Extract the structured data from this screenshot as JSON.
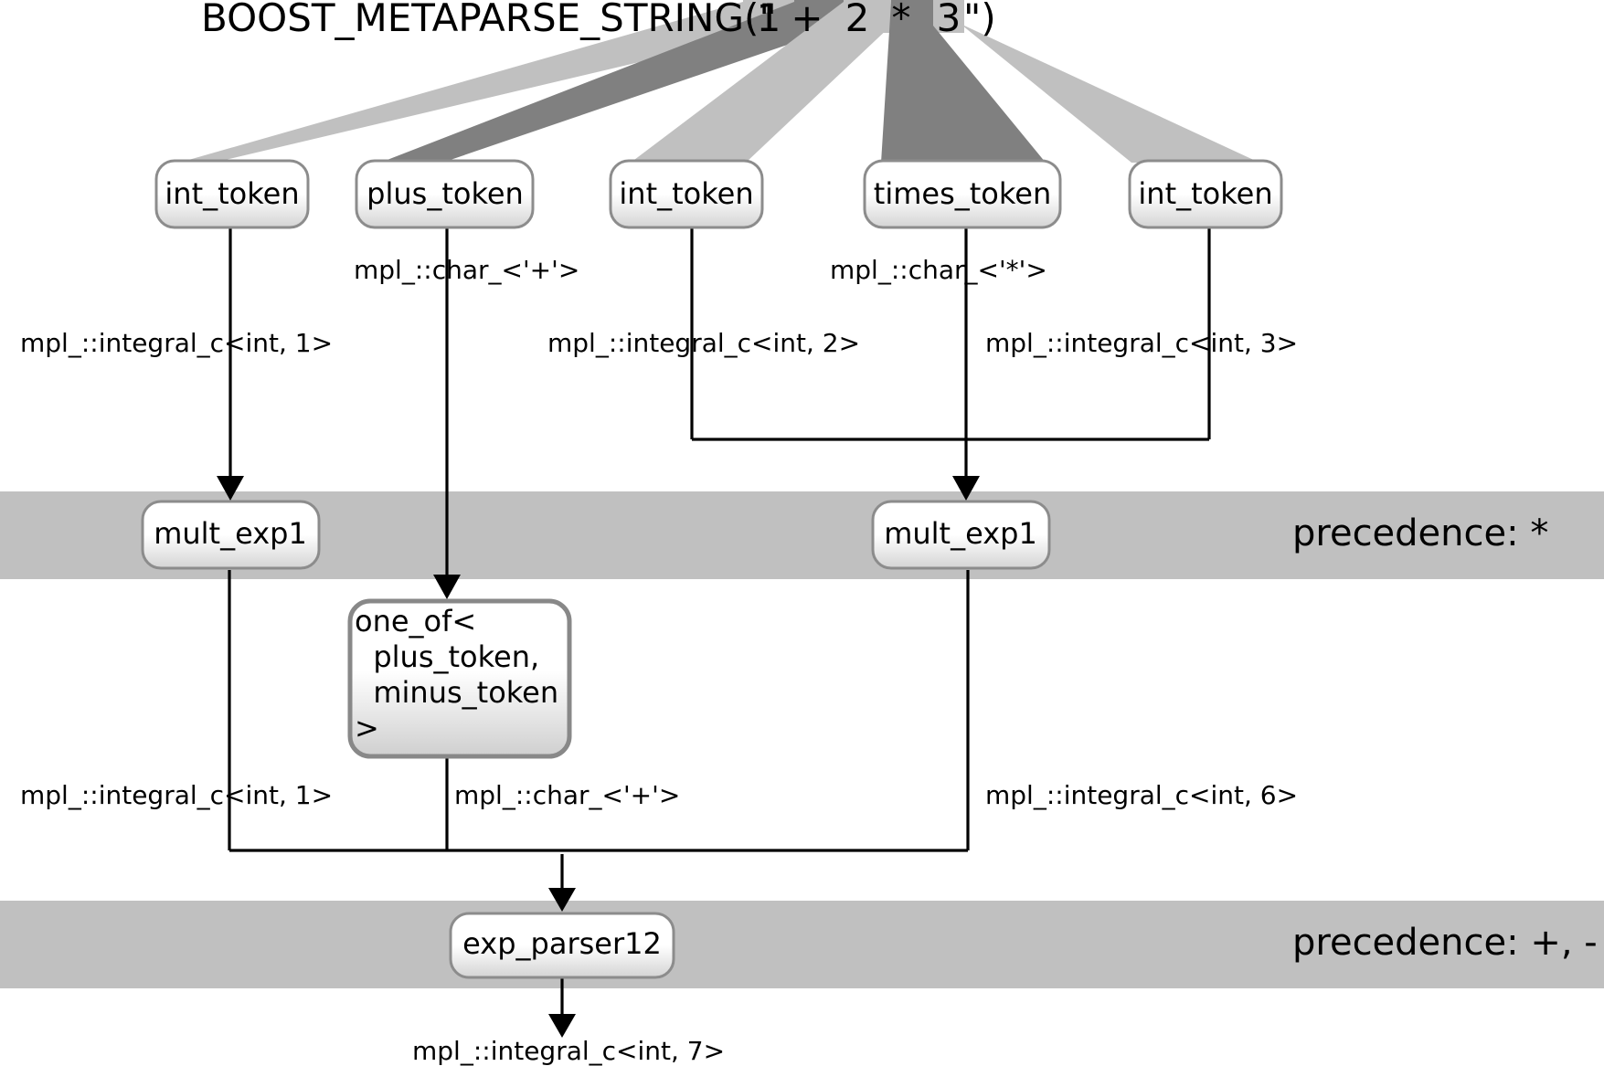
{
  "title": {
    "prefix": "BOOST_METAPARSE_STRING(\"",
    "chars": [
      "1",
      "+",
      "2",
      "*",
      "3"
    ],
    "suffix": "\")"
  },
  "bands": {
    "mult_label": "precedence: *",
    "add_label": "precedence: +, -"
  },
  "nodes": {
    "int_token_1": "int_token",
    "plus_token": "plus_token",
    "int_token_2": "int_token",
    "times_token": "times_token",
    "int_token_3": "int_token",
    "mult_exp1_left": "mult_exp1",
    "mult_exp1_right": "mult_exp1",
    "one_of_lines": [
      "one_of<",
      "  plus_token,",
      "  minus_token",
      ">"
    ],
    "exp_parser12": "exp_parser12"
  },
  "edges": {
    "int1": "mpl_::integral_c<int, 1>",
    "plus_char": "mpl_::char_<'+'>",
    "int2": "mpl_::integral_c<int, 2>",
    "times_char": "mpl_::char_<'*'>",
    "int3": "mpl_::integral_c<int, 3>",
    "int1_again": "mpl_::integral_c<int, 1>",
    "plus_char_again": "mpl_::char_<'+'>",
    "int6": "mpl_::integral_c<int, 6>",
    "int7": "mpl_::integral_c<int, 7>"
  },
  "colors": {
    "band": "#c0c0c0",
    "fan_light": "#c0c0c0",
    "fan_dark": "#808080",
    "wire": "#000000"
  }
}
